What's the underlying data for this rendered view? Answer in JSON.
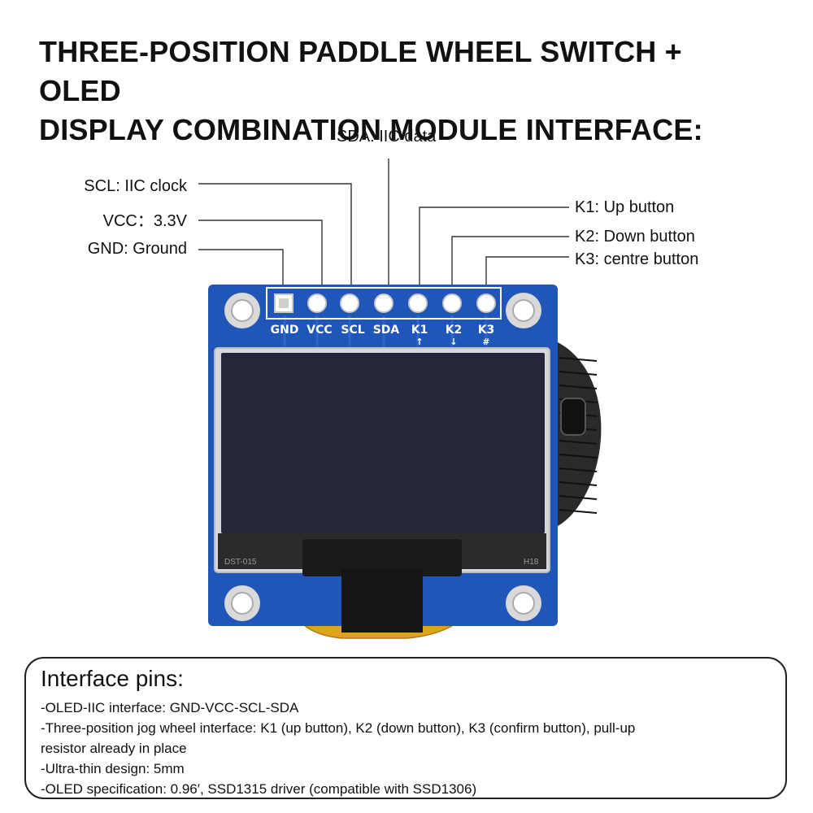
{
  "title": {
    "line1": "THREE-POSITION PADDLE WHEEL SWITCH + OLED",
    "line2": "DISPLAY COMBINATION MODULE INTERFACE:"
  },
  "callouts": {
    "sda": "SDA: IIC data",
    "scl": "SCL: IIC clock",
    "vcc": "VCC：3.3V",
    "gnd": "GND: Ground",
    "k1": "K1: Up button",
    "k2": "K2: Down button",
    "k3": "K3: centre button"
  },
  "board": {
    "pin_labels": [
      "GND",
      "VCC",
      "SCL",
      "SDA",
      "K1",
      "K2",
      "K3"
    ],
    "k1_mark": "↑",
    "k2_mark": "↓",
    "k3_mark": "#",
    "oled_left_label": "DST-015",
    "oled_right_label": "H18",
    "colors": {
      "pcb": "#1f56b8",
      "oled_screen": "#26263a",
      "flex_cable": "#e0a020",
      "wheel": "#2a2a2a"
    }
  },
  "info": {
    "heading": "Interface pins:",
    "lines": [
      "-OLED-IIC interface: GND-VCC-SCL-SDA",
      "-Three-position jog wheel interface: K1 (up button), K2 (down button), K3 (confirm button), pull-up",
      "resistor already in place",
      "-Ultra-thin design: 5mm",
      "-OLED specification: 0.96′, SSD1315 driver (compatible with SSD1306)"
    ]
  }
}
